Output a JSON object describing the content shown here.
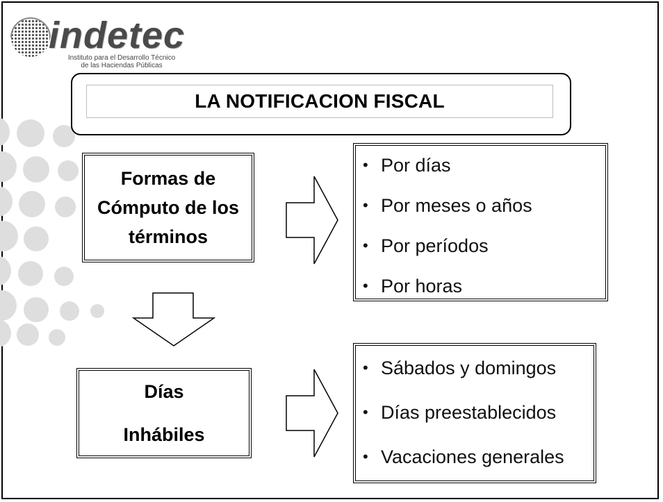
{
  "logo": {
    "word": "indetec",
    "subtitle_line1": "Instituto para el Desarrollo Técnico",
    "subtitle_line2": "de las Haciendas Públicas"
  },
  "title": "LA NOTIFICACION FISCAL",
  "formas_box": {
    "line1": "Formas de",
    "line2": "Cómputo de los",
    "line3": "términos"
  },
  "dias_box": {
    "line1": "Días",
    "line2": "Inhábiles"
  },
  "computo_list": {
    "bullet": "•",
    "items": [
      "Por días",
      "Por meses o años",
      "Por períodos",
      "Por horas"
    ]
  },
  "inhabiles_list": {
    "bullet": "•",
    "items": [
      "Sábados y domingos",
      "Días preestablecidos",
      "Vacaciones generales"
    ]
  },
  "colors": {
    "border": "#000000",
    "dots": "#d9d9d9",
    "logo_text": "#4a4a4a"
  }
}
